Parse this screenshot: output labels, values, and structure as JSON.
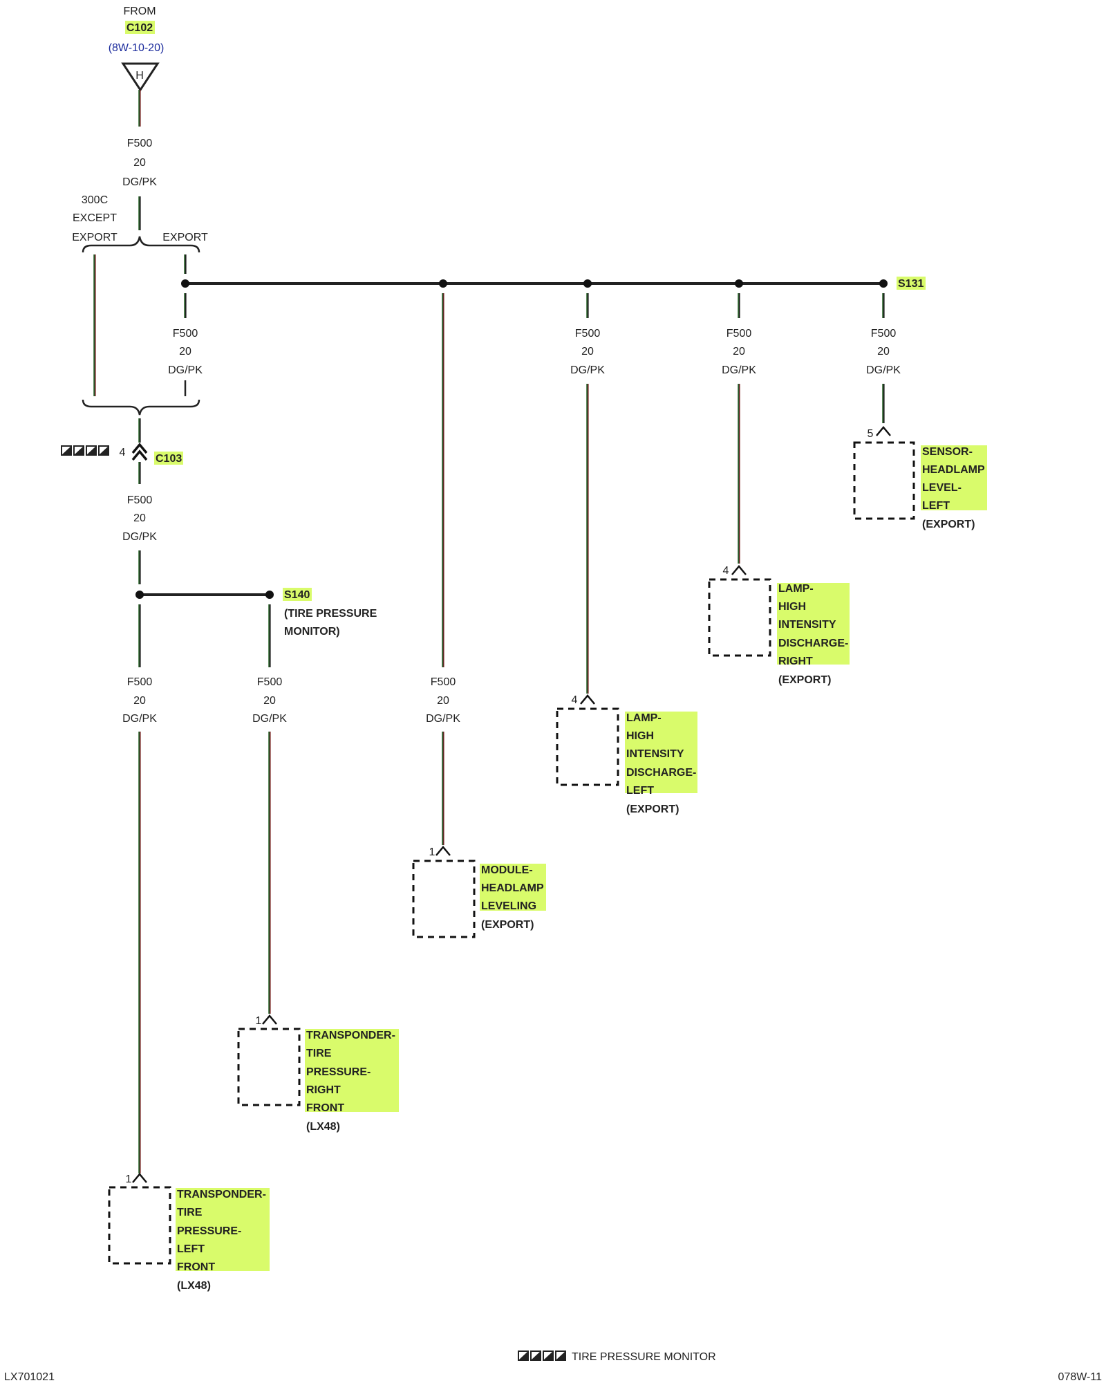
{
  "source": {
    "from_label": "FROM",
    "connector": "C102",
    "ref": "(8W-10-20)",
    "pin": "H"
  },
  "wire_spec": {
    "circuit": "F500",
    "gauge": "20",
    "color": "DG/PK"
  },
  "option_labels": {
    "left_line1": "300C",
    "left_line2": "EXCEPT",
    "left_line3": "EXPORT",
    "right": "EXPORT"
  },
  "splices": {
    "s131": "S131",
    "s140": "S140",
    "s140_note_line1": "(TIRE PRESSURE",
    "s140_note_line2": "MONITOR)"
  },
  "inline_connector": {
    "name": "C103",
    "pin": "4"
  },
  "components": [
    {
      "pin": "5",
      "lines": [
        "SENSOR-",
        "HEADLAMP",
        "LEVEL-",
        "LEFT"
      ],
      "note": "(EXPORT)"
    },
    {
      "pin": "4",
      "lines": [
        "LAMP-",
        "HIGH",
        "INTENSITY",
        "DISCHARGE-",
        "RIGHT"
      ],
      "note": "(EXPORT)"
    },
    {
      "pin": "4",
      "lines": [
        "LAMP-",
        "HIGH",
        "INTENSITY",
        "DISCHARGE-",
        "LEFT"
      ],
      "note": "(EXPORT)"
    },
    {
      "pin": "1",
      "lines": [
        "MODULE-",
        "HEADLAMP",
        "LEVELING"
      ],
      "note": "(EXPORT)"
    },
    {
      "pin": "1",
      "lines": [
        "TRANSPONDER-",
        "TIRE",
        "PRESSURE-",
        "RIGHT",
        "FRONT"
      ],
      "note": "(LX48)"
    },
    {
      "pin": "1",
      "lines": [
        "TRANSPONDER-",
        "TIRE",
        "PRESSURE-",
        "LEFT",
        "FRONT"
      ],
      "note": "(LX48)"
    }
  ],
  "footer": {
    "legend": "TIRE PRESSURE MONITOR",
    "left_code": "LX701021",
    "right_code": "078W-11"
  },
  "colors": {
    "highlight": "#d9fb6b",
    "wire_green": "#2f6f2f",
    "wire_red": "#a0332e",
    "ref_blue": "#1a2a9c"
  }
}
